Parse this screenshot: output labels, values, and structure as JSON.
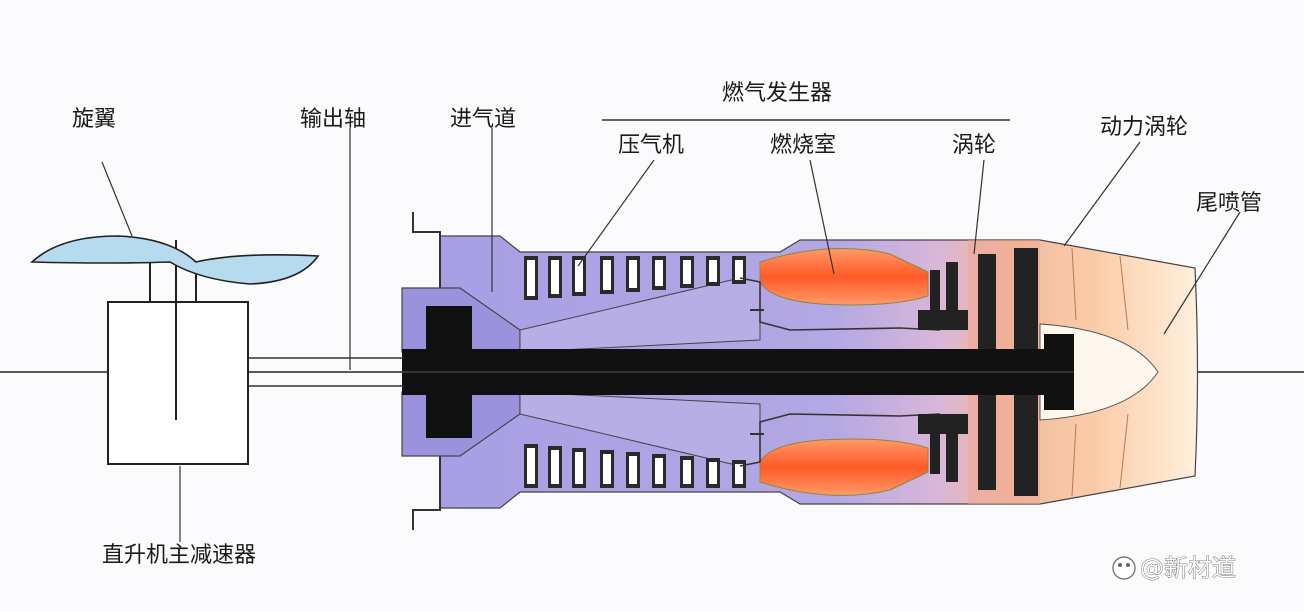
{
  "diagram": {
    "labels": {
      "rotor": "旋翼",
      "output_shaft": "输出轴",
      "inlet": "进气道",
      "gas_generator": "燃气发生器",
      "compressor": "压气机",
      "combustor": "燃烧室",
      "turbine": "涡轮",
      "power_turbine": "动力涡轮",
      "exhaust": "尾喷管",
      "gearbox": "直升机主减速器"
    },
    "watermark": "@新材道",
    "colors": {
      "compressor": "#aaa1e6",
      "combustor": "#ff6a38",
      "combustor_light": "#ffa57a",
      "turbine": "#f2b09a",
      "exhaust": "#ffd8b0",
      "shaft": "#111111",
      "rotor_blade": "#b6dbef"
    }
  }
}
